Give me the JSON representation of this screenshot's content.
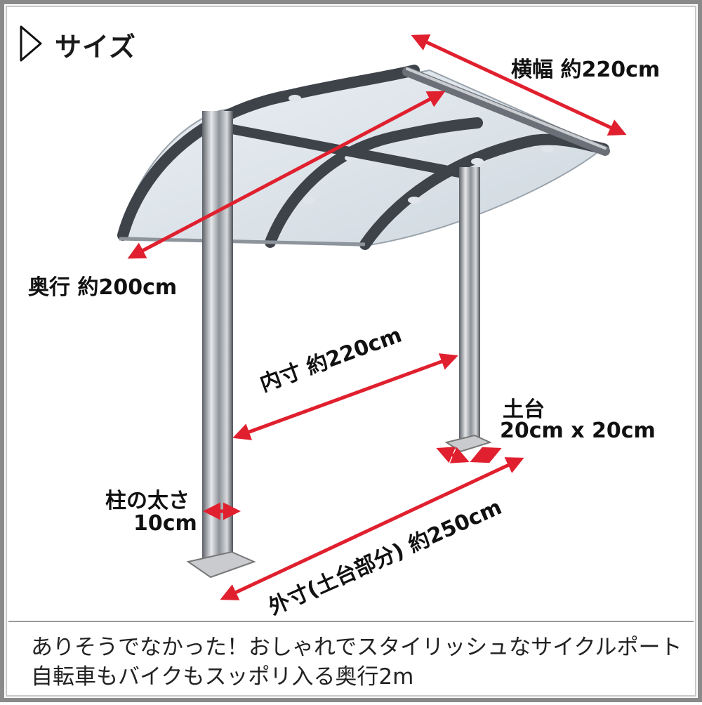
{
  "header": {
    "title": "サイズ",
    "icon": "triangle-outline-icon"
  },
  "dimensions": {
    "width_label": "横幅 約220cm",
    "depth_label": "奥行 約200cm",
    "inner_label": "内寸 約220cm",
    "base_title": "土台",
    "base_size": "20cm x 20cm",
    "pillar_title": "柱の太さ",
    "pillar_size": "10cm",
    "outer_label": "外寸(土台部分) 約250cm"
  },
  "footer": {
    "line1": "ありそうでなかった！おしゃれでスタイリッシュなサイクルポート",
    "line2": "自転車もバイクもスッポリ入る奥行2m"
  },
  "colors": {
    "arrow": "#e0202e",
    "frame": "#4a4f57",
    "roof": "#d9e2ea"
  }
}
